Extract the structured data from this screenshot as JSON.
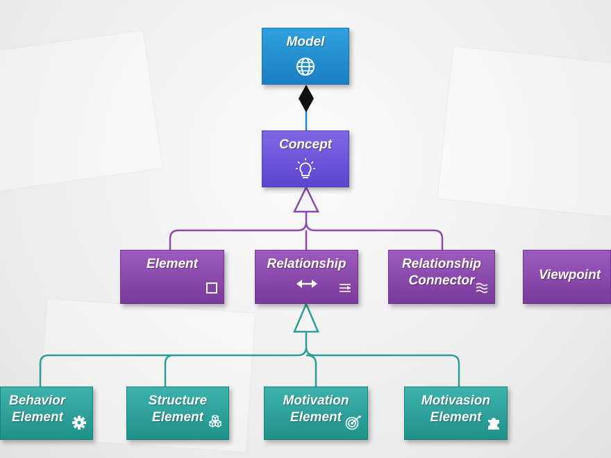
{
  "diagram": {
    "model": {
      "label": "Model",
      "icon": "globe-icon"
    },
    "concept": {
      "label": "Concept",
      "icon": "lightbulb-icon"
    },
    "element": {
      "label": "Element",
      "icon": "square-icon"
    },
    "relationship": {
      "label": "Relationship",
      "icon": "double-arrow-icon",
      "corner_icon": "relationship-type-icon"
    },
    "relationship_connector": {
      "line1": "Relationship",
      "line2": "Connector",
      "icon": "wave-icon"
    },
    "viewpoint": {
      "label": "Viewpoint"
    },
    "behavior_element": {
      "line1": "Behavior",
      "line2": "Element",
      "icon": "gear-icon"
    },
    "structure_element": {
      "line1": "Structure",
      "line2": "Element",
      "icon": "cubes-icon"
    },
    "motivation_element": {
      "line1": "Motivation",
      "line2": "Element",
      "icon": "target-icon"
    },
    "motivasion_element": {
      "line1": "Motivasion",
      "line2": "Element",
      "icon": "puzzle-icon"
    },
    "colors": {
      "model": "#1f8bcf",
      "concept": "#6a52dc",
      "purple_boxes": "#8a48ad",
      "teal_boxes": "#2aa39b",
      "purple_connector": "#8a48ad",
      "teal_connector": "#2a9d96"
    }
  }
}
